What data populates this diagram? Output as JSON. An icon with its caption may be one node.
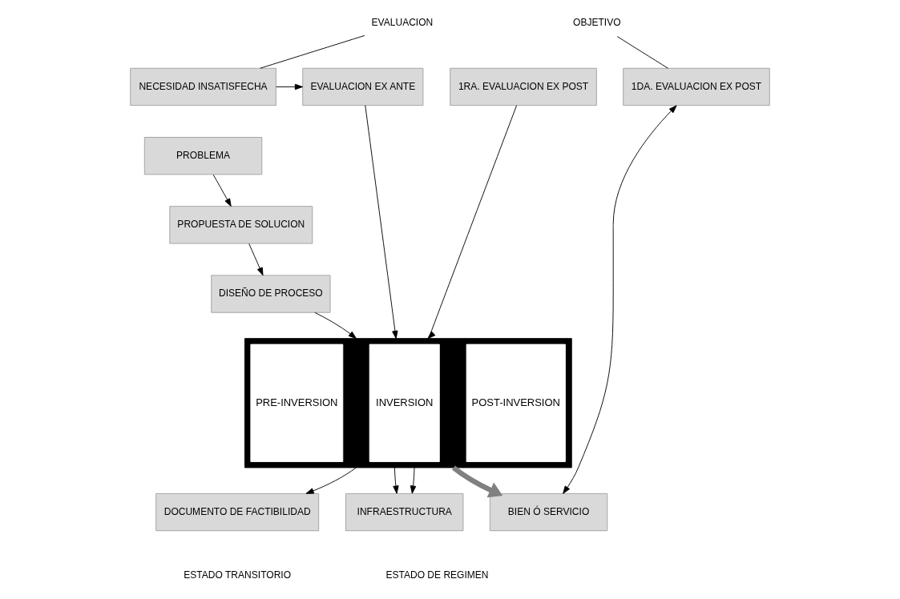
{
  "diagram": {
    "nodes": [
      {
        "text": [
          "NECESIDAD INSATISFECHA"
        ]
      },
      {
        "text": [
          "EVALUACION"
        ]
      },
      {
        "text": [
          "OBJETIVO"
        ]
      },
      {
        "text": [
          "EVALUACION EX ANTE"
        ]
      },
      {
        "text": [
          "1RA. EVALUACION EX POST"
        ]
      },
      {
        "text": [
          "1DA. EVALUACION EX POST"
        ]
      },
      {
        "text": [
          "PROBLEMA"
        ]
      },
      {
        "text": [
          "PROPUESTA DE SOLUCION"
        ]
      },
      {
        "text": [
          "DISEÑO DE PROCESO"
        ]
      },
      {
        "text": [],
        "shape": "box"
      },
      {
        "text": [
          "PRE-INVERSION"
        ],
        "in": 9
      },
      {
        "text": [
          "INVERSION"
        ],
        "in": 9
      },
      {
        "text": [
          "POST-INVERSION"
        ],
        "in": 9
      },
      {
        "text": [
          "BIEN Ó SERVICIO"
        ]
      },
      {
        "text": [
          "DOCUMENTO DE FACTIBILIDAD"
        ]
      },
      {
        "text": [
          "INFRAESTRUCTURA"
        ]
      }
    ],
    "edges": [
      {
        "from": 0,
        "to": 1,
        "arrow": "none"
      },
      {
        "from": 2,
        "to": 5,
        "arrow": "none"
      },
      {
        "from": 0,
        "to": 3,
        "arrow": "to"
      },
      {
        "from": 3,
        "to": 9,
        "arrow": "to"
      },
      {
        "from": 4,
        "to": 9,
        "arrow": "to"
      },
      {
        "from": 5,
        "to": 13,
        "arrow": "both"
      },
      {
        "from": 6,
        "to": 7,
        "arrow": "to"
      },
      {
        "from": 7,
        "to": 8,
        "arrow": "to"
      },
      {
        "from": 8,
        "to": 9,
        "arrow": "to"
      },
      {
        "from": 9,
        "to": 13,
        "arrow": "to",
        "style": "thick",
        "color": "#808080"
      },
      {
        "from": 9,
        "to": 14,
        "arrow": "to"
      },
      {
        "from": 9,
        "to": 15,
        "arrow": "to"
      },
      {
        "from": 9,
        "to": 15,
        "arrow": "to"
      }
    ],
    "labels": [
      "ESTADO TRANSITORIO",
      "ESTADO DE REGIMEN"
    ]
  }
}
